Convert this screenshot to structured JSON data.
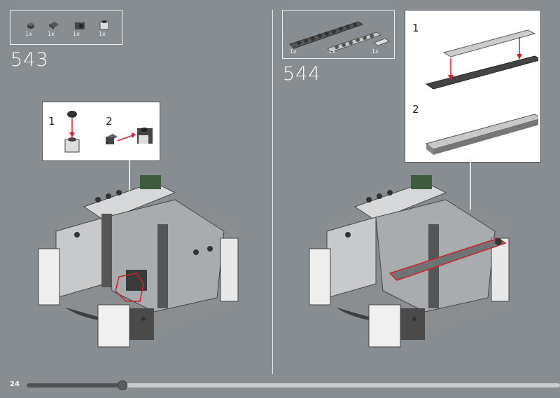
{
  "page_number": "24",
  "progress_percent": 18,
  "steps": [
    {
      "number": "543",
      "parts": [
        {
          "qty": "1x",
          "icon": "round-plate"
        },
        {
          "qty": "1x",
          "icon": "tile-1x1"
        },
        {
          "qty": "1x",
          "icon": "bracket"
        },
        {
          "qty": "1x",
          "icon": "brick-with-stud"
        }
      ],
      "substeps": [
        "1",
        "2"
      ]
    },
    {
      "number": "544",
      "parts": [
        {
          "qty": "1x",
          "icon": "plate-1x10-dark"
        },
        {
          "qty": "1x",
          "icon": "plate-1x8-light"
        },
        {
          "qty": "1x",
          "icon": "tile-1x2"
        }
      ],
      "substeps": [
        "1",
        "2"
      ]
    }
  ],
  "colors": {
    "background": "#878d91",
    "highlight": "#d0202a",
    "progress": "#4f5356"
  }
}
